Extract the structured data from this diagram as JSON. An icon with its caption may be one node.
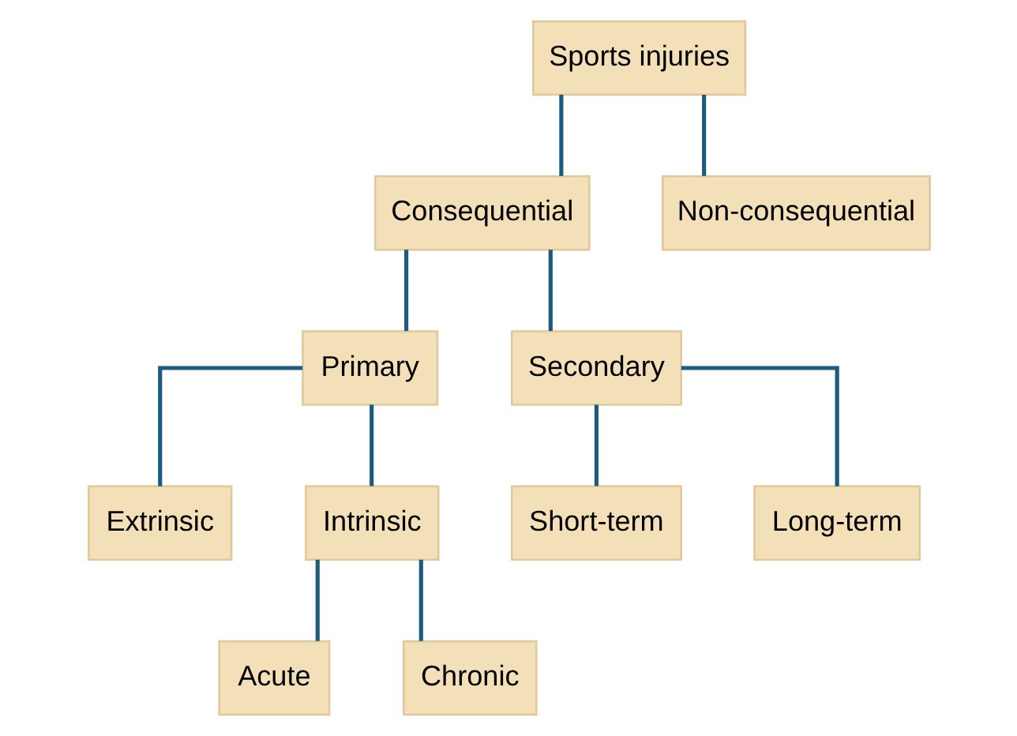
{
  "diagram": {
    "nodes": [
      {
        "text": [
          "Sports injuries"
        ]
      },
      {
        "text": [
          "Consequential"
        ]
      },
      {
        "text": [
          "Non-consequential"
        ]
      },
      {
        "text": [
          "Primary"
        ]
      },
      {
        "text": [
          "Secondary"
        ]
      },
      {
        "text": [
          "Extrinsic"
        ]
      },
      {
        "text": [
          "Intrinsic"
        ]
      },
      {
        "text": [
          "Short-term"
        ]
      },
      {
        "text": [
          "Long-term"
        ]
      },
      {
        "text": [
          "Acute"
        ]
      },
      {
        "text": [
          "Chronic"
        ]
      }
    ],
    "edges": [
      {
        "from": 0,
        "to": 1,
        "arrow": "none"
      },
      {
        "from": 0,
        "to": 2,
        "arrow": "none"
      },
      {
        "from": 1,
        "to": 3,
        "arrow": "none"
      },
      {
        "from": 1,
        "to": 4,
        "arrow": "none"
      },
      {
        "from": 3,
        "to": 5,
        "arrow": "none"
      },
      {
        "from": 3,
        "to": 6,
        "arrow": "none"
      },
      {
        "from": 4,
        "to": 7,
        "arrow": "none"
      },
      {
        "from": 4,
        "to": 8,
        "arrow": "none"
      },
      {
        "from": 6,
        "to": 9,
        "arrow": "none"
      },
      {
        "from": 6,
        "to": 10,
        "arrow": "none"
      }
    ]
  }
}
